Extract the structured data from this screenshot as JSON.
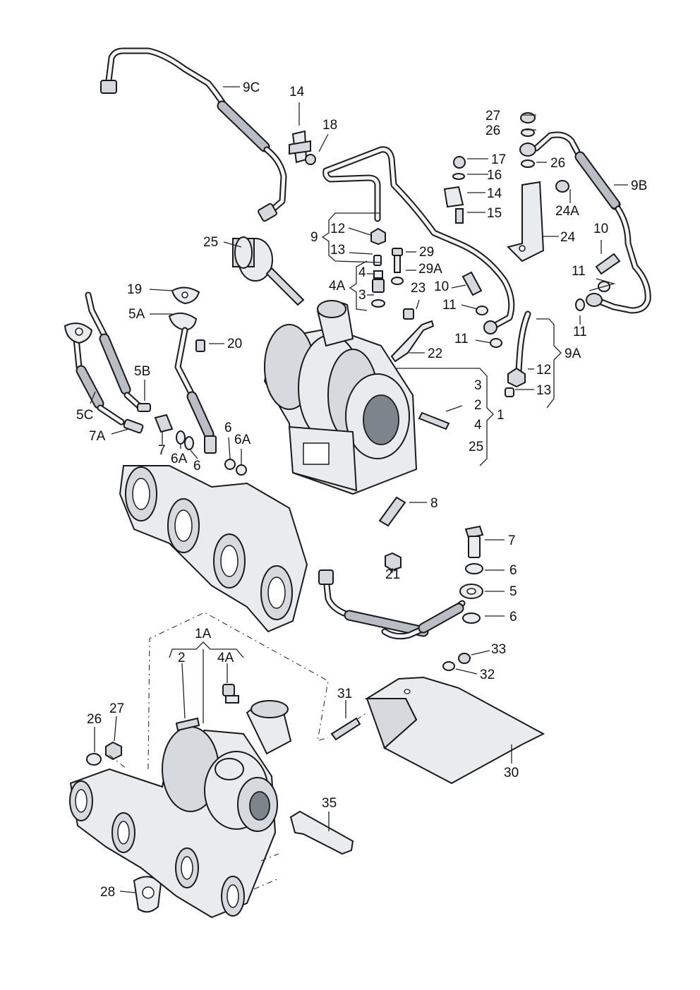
{
  "diagram": {
    "labels": {
      "l9C": "9C",
      "l14a": "14",
      "l18": "18",
      "l27a": "27",
      "l26a": "26",
      "l26b": "26",
      "l9B": "9B",
      "l17": "17",
      "l16": "16",
      "l14b": "14",
      "l15": "15",
      "l24A": "24A",
      "l24": "24",
      "l10a": "10",
      "l11a": "11",
      "l11b": "11",
      "l25a": "25",
      "l9": "9",
      "l12a": "12",
      "l13a": "13",
      "l29": "29",
      "l29A": "29A",
      "l4A": "4A",
      "l4": "4",
      "l3": "3",
      "l23": "23",
      "l10b": "10",
      "l11c": "11",
      "l11d": "11",
      "l22": "22",
      "l19": "19",
      "l5A": "5A",
      "l20": "20",
      "l5B": "5B",
      "l5C": "5C",
      "l7A": "7A",
      "l7a": "7",
      "l6Aa": "6A",
      "l6a": "6",
      "l6b": "6",
      "l6Ab": "6A",
      "l12b": "12",
      "l9A": "9A",
      "l13b": "13",
      "l3b": "3",
      "l2": "2",
      "l1": "1",
      "l4b": "4",
      "l25b": "25",
      "l8": "8",
      "l7b": "7",
      "l21": "21",
      "l6c": "6",
      "l5": "5",
      "l6d": "6",
      "l1A": "1A",
      "l2b": "2",
      "l4Ab": "4A",
      "l33": "33",
      "l32": "32",
      "l31": "31",
      "l30": "30",
      "l26c": "26",
      "l27b": "27",
      "l35": "35",
      "l28": "28"
    }
  }
}
